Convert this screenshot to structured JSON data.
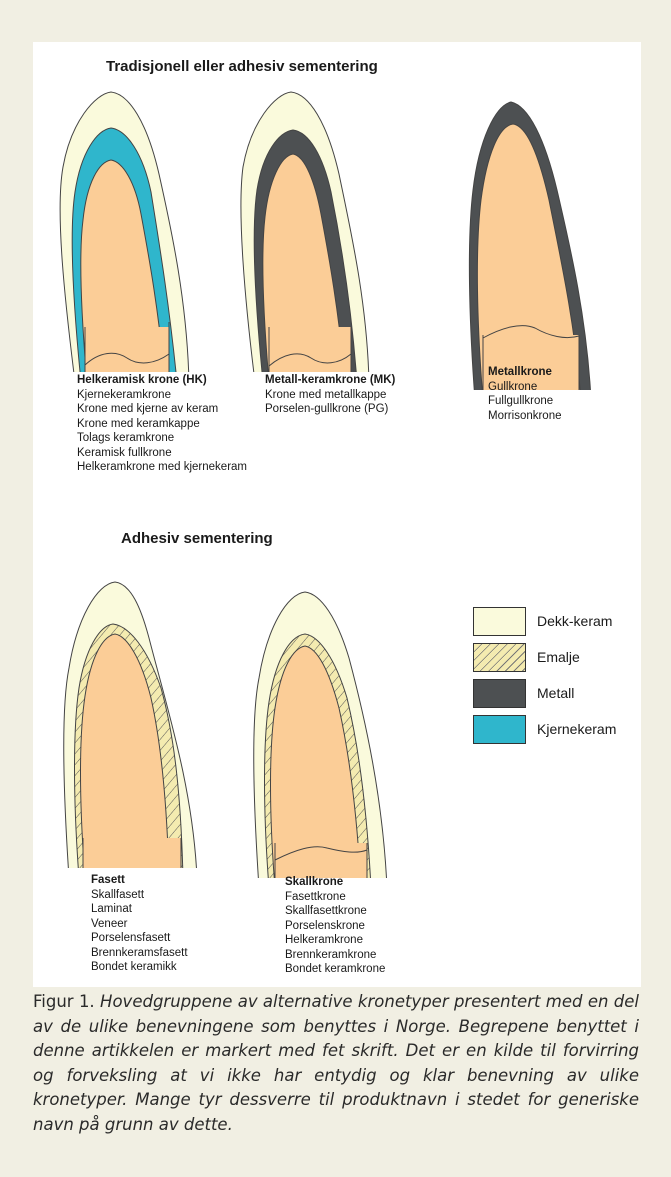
{
  "figure": {
    "heading_top": "Tradisjonell eller adhesiv sementering",
    "heading_bottom": "Adhesiv sementering",
    "teeth": [
      {
        "title": "Helkeramisk krone (HK)",
        "names": [
          "Kjernekeramkrone",
          "Krone med kjerne av keram",
          "Krone med keramkappe",
          "Tolags keramkrone",
          "Keramisk fullkrone",
          "Helkeramkrone med kjernekeram"
        ]
      },
      {
        "title": "Metall-keramkrone (MK)",
        "names": [
          "Krone med metallkappe",
          "Porselen-gullkrone (PG)"
        ]
      },
      {
        "title": "Metallkrone",
        "names": [
          "Gullkrone",
          "Fullgullkrone",
          "Morrisonkrone"
        ]
      },
      {
        "title": "Fasett",
        "names": [
          "Skallfasett",
          "Laminat",
          "Veneer",
          "Porselensfasett",
          "Brennkeramsfasett",
          "Bondet keramikk"
        ]
      },
      {
        "title": "Skallkrone",
        "names": [
          "Fasettkrone",
          "Skallfasettkrone",
          "Porselenskrone",
          "Helkeramkrone",
          "Brennkeramkrone",
          "Bondet keramkrone"
        ]
      }
    ],
    "legend": [
      {
        "label": "Dekk-keram",
        "color": "#fafadc"
      },
      {
        "label": "Emalje",
        "color": "#f4ebb0"
      },
      {
        "label": "Metall",
        "color": "#4d5052"
      },
      {
        "label": "Kjernekeram",
        "color": "#2fb6cc"
      }
    ],
    "colors": {
      "dentin": "#fbcd97",
      "dekk_keram": "#fafadc",
      "metall": "#4d5052",
      "kjernekeram": "#2fb6cc",
      "emalje": "#f4ebb0",
      "outline": "#444444"
    }
  },
  "caption": {
    "label": "Figur 1.",
    "text": "Hovedgruppene av alternative kronetyper presentert med en del av de ulike benevningene som benyttes i Norge. Begrepene benyttet i denne artikkelen er markert med fet skrift. Det er en kilde til forvirring og forveksling at vi ikke har entydig og klar benevning av ulike kronetyper. Mange tyr dessverre til produktnavn i stedet for generiske navn på grunn av dette."
  }
}
